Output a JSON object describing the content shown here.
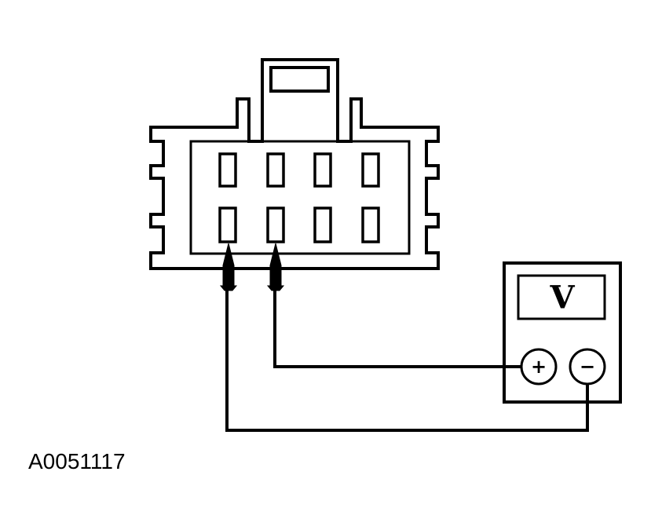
{
  "meter": {
    "display_label": "V",
    "positive_label": "+",
    "negative_label": "−"
  },
  "figure_id": "A0051117",
  "colors": {
    "ink": "#000000",
    "paper": "#ffffff"
  },
  "connector": {
    "rows": 2,
    "columns": 4,
    "probed_pins": [
      "row2-col1",
      "row2-col2"
    ]
  }
}
